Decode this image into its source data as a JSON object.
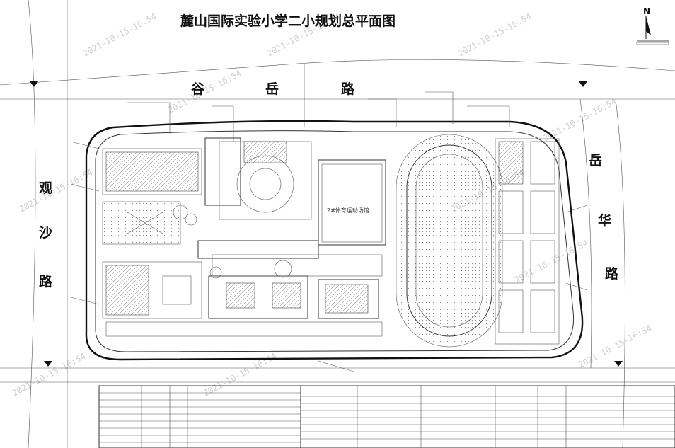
{
  "title": "麓山国际实验小学二小规划总平面图",
  "north_label": "N",
  "roads": {
    "top": [
      "谷",
      "岳",
      "路"
    ],
    "left": [
      "观",
      "沙",
      "路"
    ],
    "right": [
      "岳",
      "华",
      "路"
    ]
  },
  "watermark": "2021-10-15-16:54",
  "building_label": "2#体育运动场馆",
  "colors": {
    "line": "#333333",
    "boundary": "#111111",
    "watermark": "#cfcfcf"
  }
}
